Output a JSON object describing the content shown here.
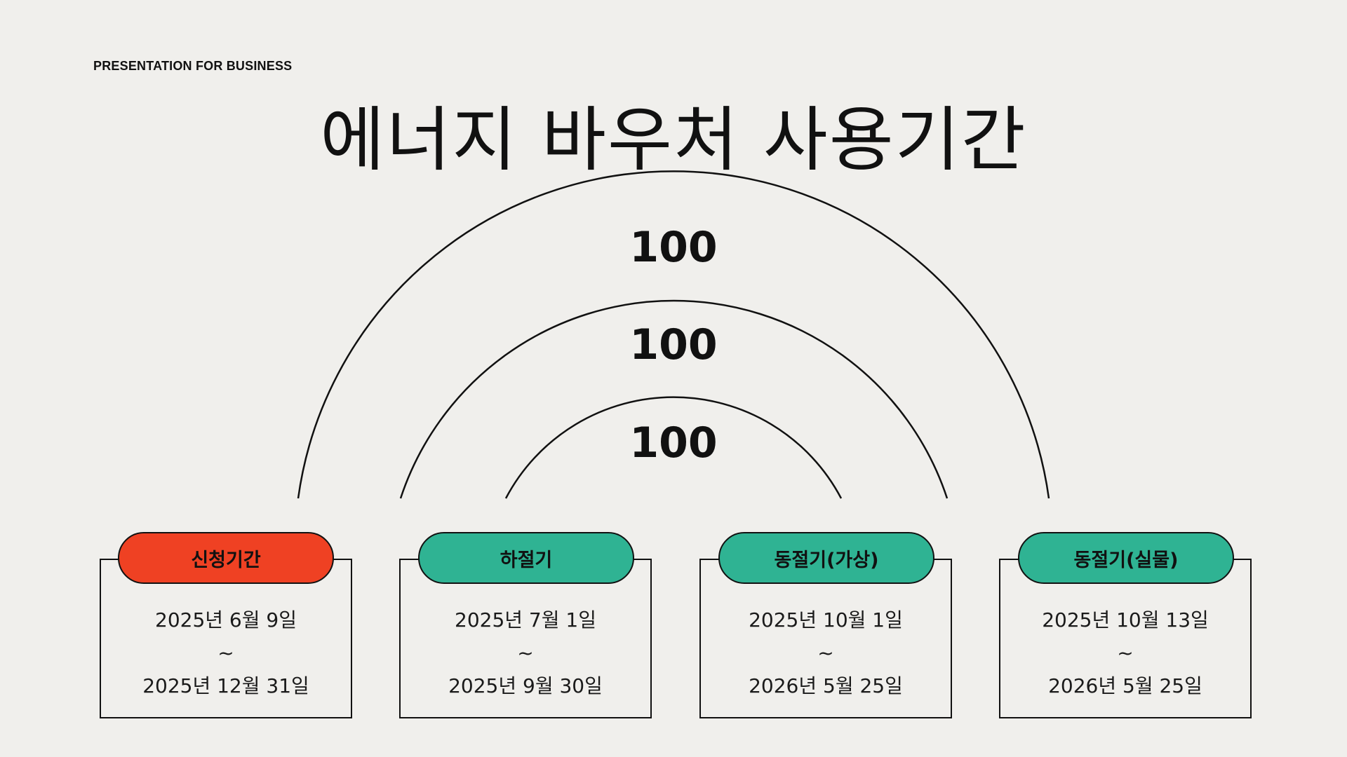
{
  "header": {
    "kicker": "PRESENTATION FOR BUSINESS",
    "title": "에너지 바우처 사용기간"
  },
  "arcs": {
    "outer_value": "100",
    "middle_value": "100",
    "inner_value": "100"
  },
  "periods": [
    {
      "label": "신청기간",
      "start": "2025년 6월 9일",
      "sep": "~",
      "end": "2025년 12월 31일",
      "color": "#ef4123"
    },
    {
      "label": "하절기",
      "start": "2025년 7월 1일",
      "sep": "~",
      "end": "2025년 9월 30일",
      "color": "#2fb393"
    },
    {
      "label": "동절기(가상)",
      "start": "2025년 10월 1일",
      "sep": "~",
      "end": "2026년 5월 25일",
      "color": "#2fb393"
    },
    {
      "label": "동절기(실물)",
      "start": "2025년 10월 13일",
      "sep": "~",
      "end": "2026년 5월 25일",
      "color": "#2fb393"
    }
  ],
  "colors": {
    "background": "#f0efec",
    "accent_red": "#ef4123",
    "accent_green": "#2fb393"
  }
}
